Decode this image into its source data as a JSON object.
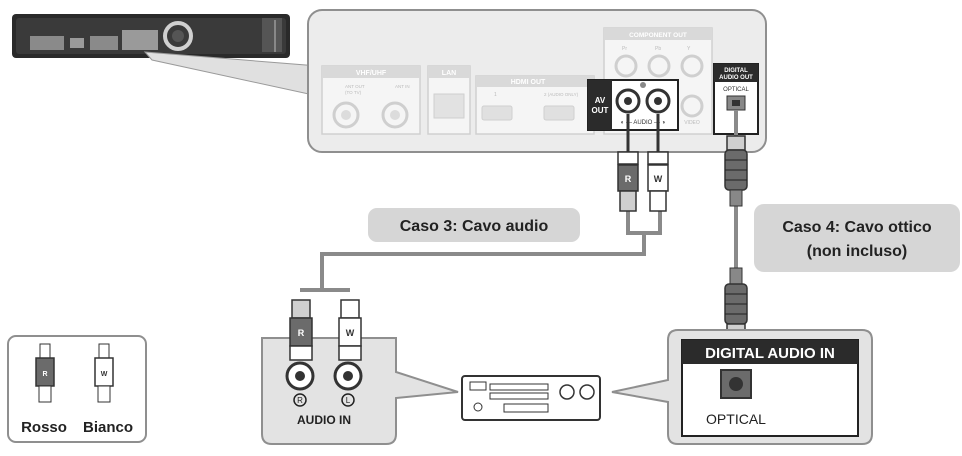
{
  "player_panel": {
    "vhf_uhf": "VHF/UHF",
    "ant_out": "ANT OUT\n(TO TV)",
    "ant_in": "ANT IN",
    "lan": "LAN",
    "hdmi_out": "HDMI OUT",
    "hdmi_1": "1",
    "hdmi_2": "2 (AUDIO ONLY)",
    "component_out": "COMPONENT OUT",
    "comp_y": "Y",
    "comp_pb": "Pb",
    "comp_pr": "Pr",
    "av_out": "AV\nOUT",
    "audio_label": "AUDIO",
    "video": "VIDEO",
    "digital_audio_out": "DIGITAL\nAUDIO OUT",
    "optical": "OPTICAL"
  },
  "plugs": {
    "red_letter": "R",
    "white_letter": "W"
  },
  "captions": {
    "case3": "Caso 3: Cavo audio",
    "case4_line1": "Caso 4: Cavo ottico",
    "case4_line2": "(non incluso)"
  },
  "receiver_callout": {
    "r_marker": "R",
    "l_marker": "L",
    "audio_in": "AUDIO IN"
  },
  "optical_callout": {
    "header": "DIGITAL AUDIO IN",
    "optical": "OPTICAL"
  },
  "legend": {
    "rosso": "Rosso",
    "bianco": "Bianco"
  },
  "colors": {
    "red_plug": "#6b6b6b",
    "white_plug": "#ffffff",
    "cable": "#8a8a8a",
    "callout_fill": "#e3e3e3",
    "caption_fill": "#d6d6d6"
  }
}
